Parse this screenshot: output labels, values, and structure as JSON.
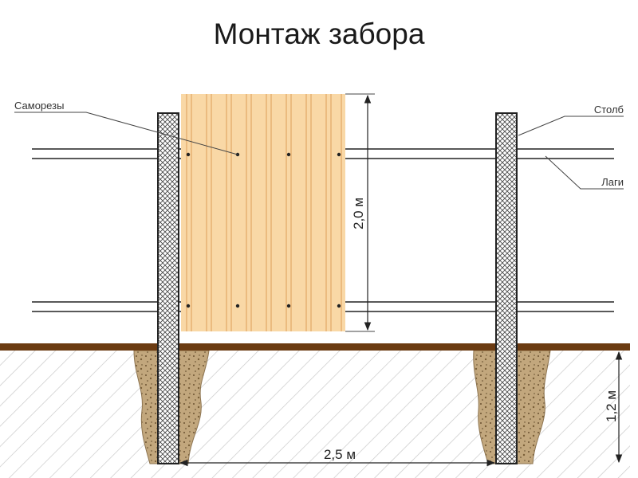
{
  "title": "Монтаж забора",
  "labels": {
    "screws": "Саморезы",
    "post": "Столб",
    "rails": "Лаги"
  },
  "dimensions": {
    "sheet_height": "2,0 м",
    "post_spacing": "2,5 м",
    "post_depth": "1,2 м"
  },
  "colors": {
    "sheet": "#f9d8a6",
    "sheet_rib": "#e2a866",
    "ground": "#6b3b12",
    "soil_hatch": "#c9c9c9",
    "concrete": "#b59a72",
    "post": "#444444"
  }
}
